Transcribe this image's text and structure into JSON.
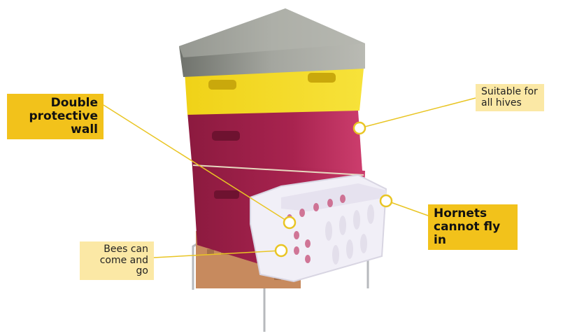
{
  "labels": {
    "double_wall": {
      "line1": "Double",
      "line2": "protective wall"
    },
    "suitable": {
      "line1": "Suitable for",
      "line2": "all hives"
    },
    "hornets": {
      "line1": "Hornets",
      "line2": "cannot fly in"
    },
    "bees": {
      "line1": "Bees can",
      "line2": "come and go"
    }
  },
  "colors": {
    "label_strong": "#f2c21b",
    "label_soft": "#fbe8a5",
    "lid": "#8e9189",
    "super_yellow": "#f3da18",
    "body_crimson": "#9c1e48",
    "frame_plastic": "#f1eff7",
    "leader_line": "#e9c524"
  }
}
